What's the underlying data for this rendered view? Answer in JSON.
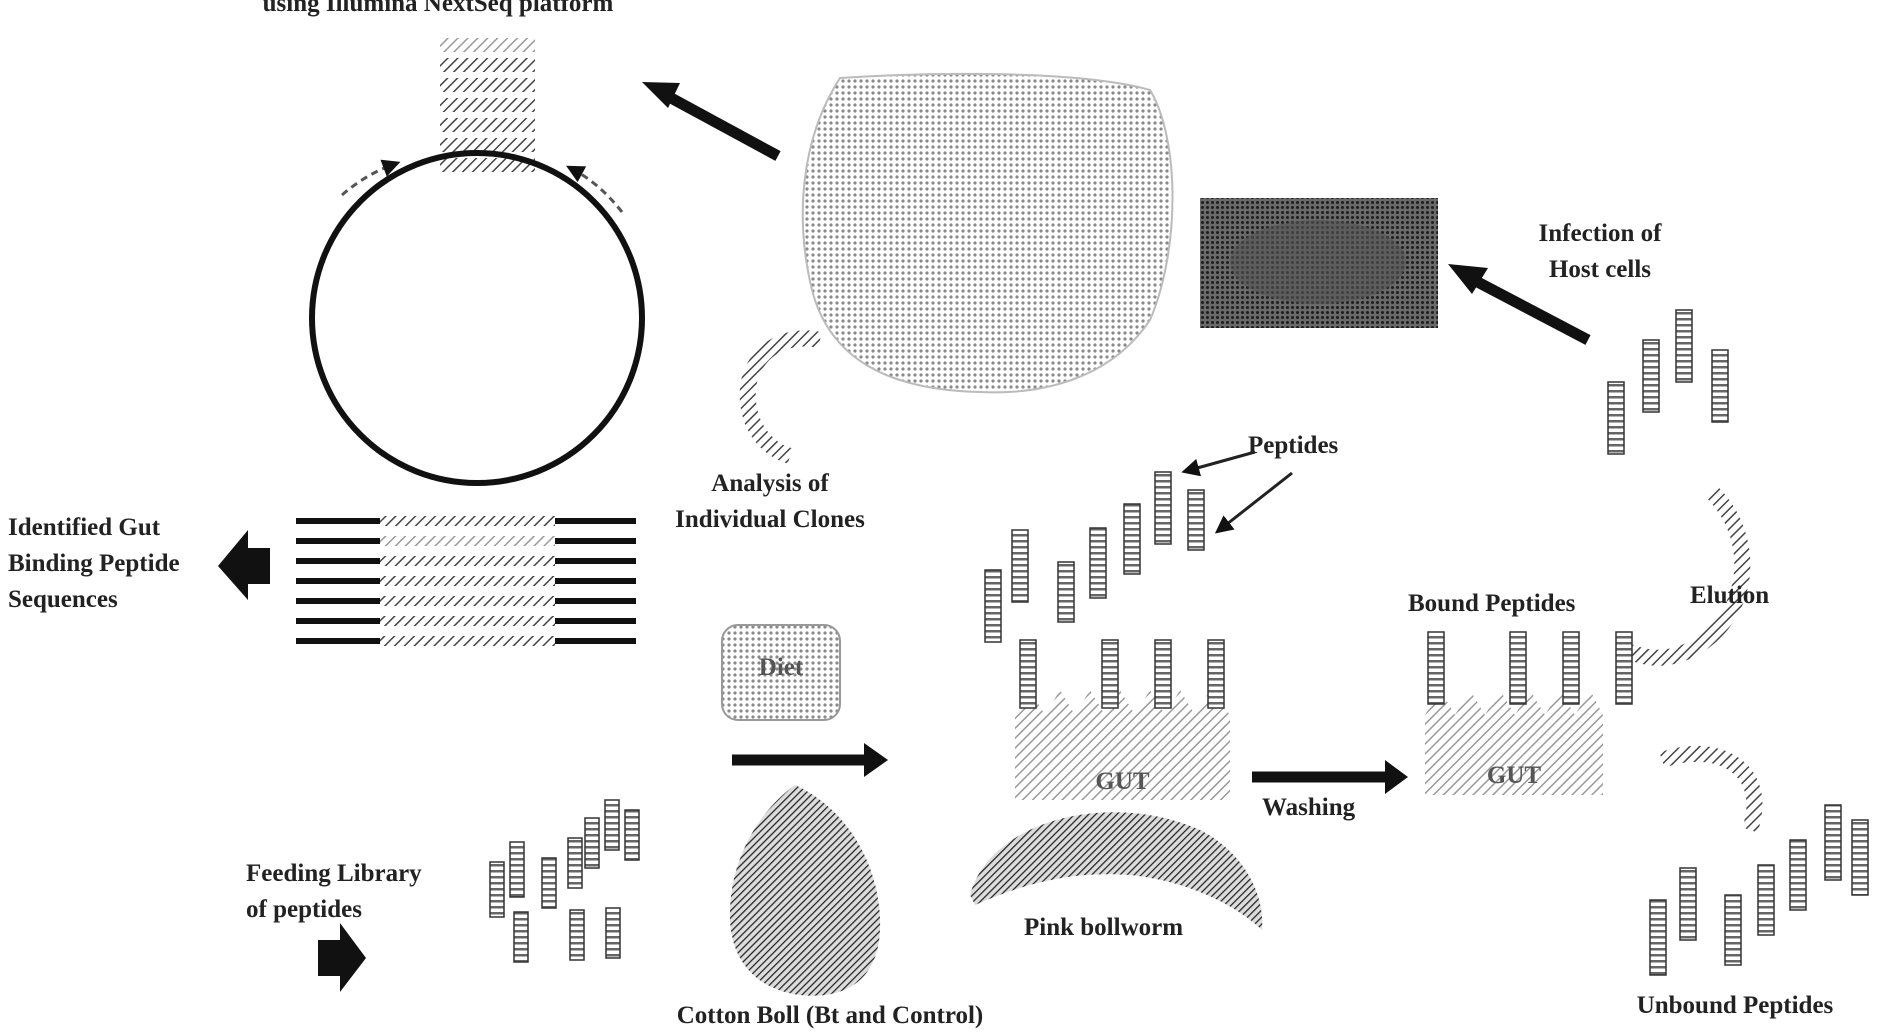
{
  "labels": {
    "sequencing_platform": "using Illumina NextSeq platform",
    "identified_sequences": [
      "Identified Gut",
      "Binding Peptide",
      "Sequences"
    ],
    "analysis": [
      "Analysis of",
      "Individual Clones"
    ],
    "infection": [
      "Infection of",
      "Host cells"
    ],
    "peptides": "Peptides",
    "elution": "Elution",
    "bound_peptides": "Bound Peptides",
    "washing": "Washing",
    "pink_bollworm": "Pink bollworm",
    "feeding_library": [
      "Feeding Library",
      "of peptides"
    ],
    "cotton_boll": "Cotton Boll (Bt and Control)",
    "unbound_peptides": "Unbound Peptides",
    "diet": "Diet",
    "gut_left": "GUT",
    "gut_right": "GUT"
  },
  "colors": {
    "ink": "#111111",
    "hatch_dark": "#3a3a3a",
    "hatch_mid": "#7a7a7a",
    "hatch_light": "#b8b8b8"
  }
}
